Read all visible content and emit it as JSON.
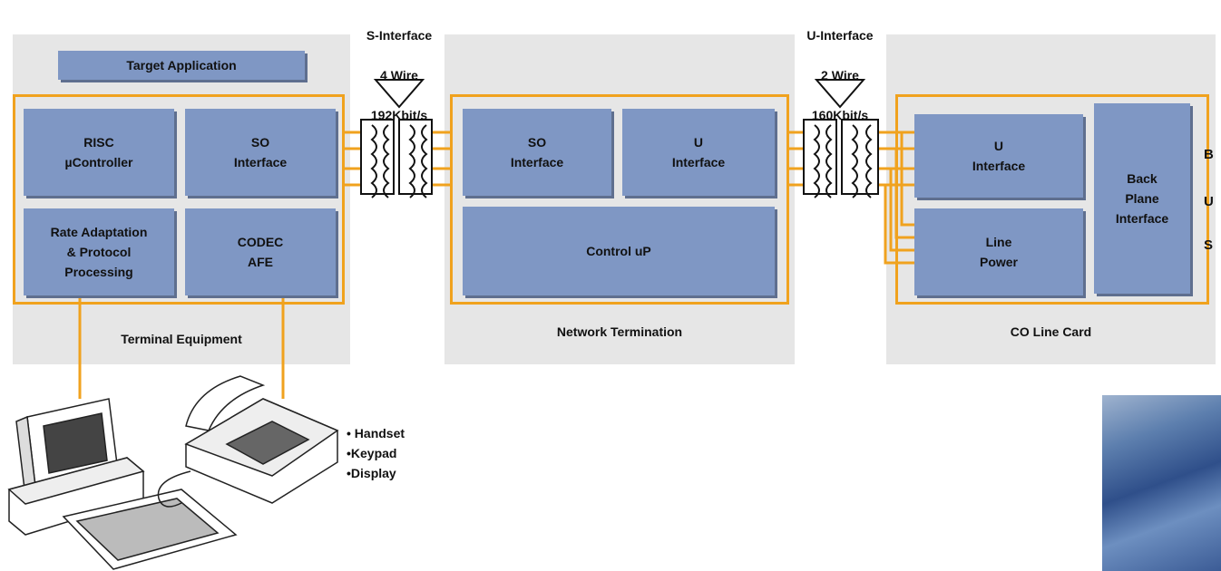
{
  "interfaces": {
    "s": {
      "title": "S-Interface",
      "wire": "4 Wire",
      "rate": "192Kbit/s"
    },
    "u": {
      "title": "U-Interface",
      "wire": "2 Wire",
      "rate": "160Kbit/s"
    }
  },
  "terminal": {
    "caption": "Terminal Equipment",
    "target_app": "Target Application",
    "risc": "RISC\nµController",
    "so_interface": "SO\nInterface",
    "rate_adaptation": "Rate Adaptation\n& Protocol\nProcessing",
    "codec": "CODEC\nAFE"
  },
  "network": {
    "caption": "Network Termination",
    "so_interface": "SO\nInterface",
    "u_interface": "U\nInterface",
    "control": "Control uP"
  },
  "co": {
    "caption": "CO Line Card",
    "u_interface": "U\nInterface",
    "line_power": "Line\nPower",
    "backplane": "Back\nPlane\nInterface",
    "bus": [
      "B",
      "U",
      "S"
    ]
  },
  "phone_features": [
    "• Handset",
    "•Keypad",
    "•Display"
  ],
  "colors": {
    "panel": "#e6e6e6",
    "frame": "#f0a21e",
    "block": "#7f97c4"
  }
}
